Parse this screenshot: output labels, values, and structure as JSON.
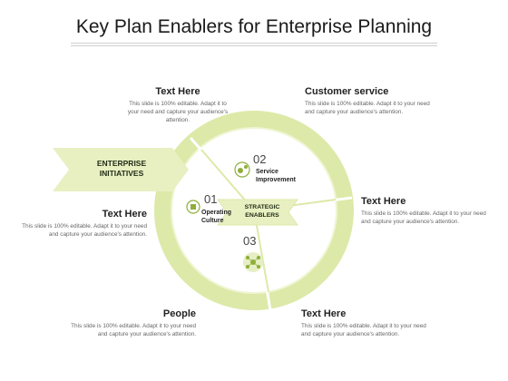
{
  "title": "Key Plan Enablers for Enterprise Planning",
  "banner": {
    "left": "ENTERPRISE INITIATIVES",
    "center": "STRATEGIC ENABLERS"
  },
  "segments": [
    {
      "num": "01",
      "label": "Operating Culture"
    },
    {
      "num": "02",
      "label": "Service Improvement"
    },
    {
      "num": "03",
      "label": ""
    }
  ],
  "text_boxes": [
    {
      "heading": "Text Here",
      "body": "This slide is 100% editable. Adapt it to your need and capture your audience's attention."
    },
    {
      "heading": "Customer service",
      "body": "This slide is 100% editable. Adapt it to your need and capture your audience's attention."
    },
    {
      "heading": "Text Here",
      "body": "This slide is 100% editable. Adapt it to your need and capture your audience's attention."
    },
    {
      "heading": "Text Here",
      "body": "This slide is 100% editable. Adapt it to your need and capture your audience's attention."
    },
    {
      "heading": "People",
      "body": "This slide is 100% editable. Adapt it to your need and capture your audience's attention."
    },
    {
      "heading": "Text Here",
      "body": "This slide is 100% editable. Adapt it to your need and capture your audience's attention."
    }
  ],
  "colors": {
    "ring": "#dde9a8",
    "ring_inner": "#f0f5d4",
    "banner": "#e8f0c2",
    "accent": "#8fae3a"
  },
  "icons": [
    "service-gears-icon",
    "operating-culture-icon",
    "network-icon"
  ]
}
